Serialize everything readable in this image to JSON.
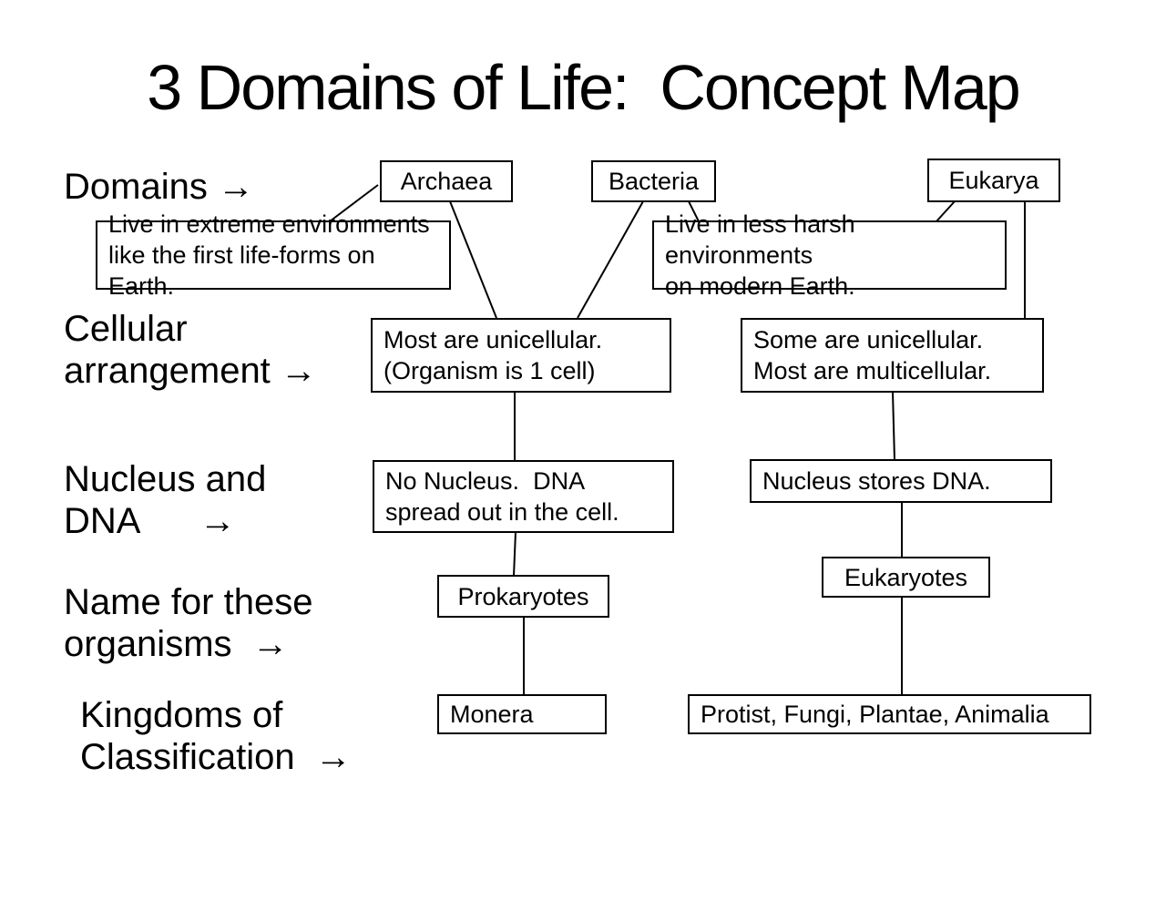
{
  "title": "3 Domains of Life:  Concept Map",
  "row_labels": {
    "domains": "Domains →",
    "cellular_arrangement": "Cellular\narrangement →",
    "nucleus_and_dna": "Nucleus and\nDNA      →",
    "organism_names": "Name for these\norganisms  →",
    "kingdoms": "Kingdoms of\nClassification  →"
  },
  "boxes": {
    "archaea": "Archaea",
    "bacteria": "Bacteria",
    "eukarya": "Eukarya",
    "extreme_env": "Live in extreme environments\nlike the first life-forms on Earth.",
    "less_harsh_env": "Live in less harsh environments\non modern Earth.",
    "most_unicellular": "Most are unicellular.\n(Organism is 1 cell)",
    "some_unicellular": "Some are unicellular.\nMost are multicellular.",
    "no_nucleus": "No Nucleus.  DNA\nspread out in the cell.",
    "nucleus_stores": "Nucleus stores DNA.",
    "prokaryotes": "Prokaryotes",
    "eukaryotes": "Eukaryotes",
    "monera": "Monera",
    "protist_kingdoms": "Protist, Fungi, Plantae, Animalia"
  },
  "colors": {
    "text": "#000000",
    "border": "#000000",
    "background": "#ffffff"
  }
}
